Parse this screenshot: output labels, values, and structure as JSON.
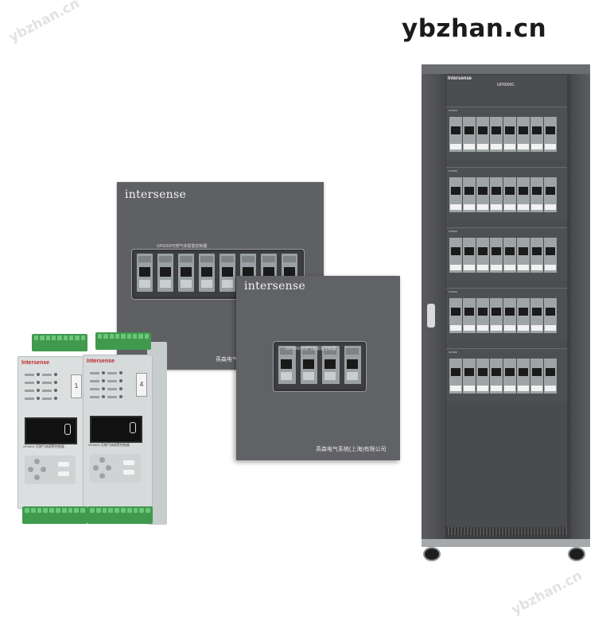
{
  "brand_watermark": "ybzhan.cn",
  "faint_watermarks": [
    "ybzhan.cn",
    "ybzhan.cn"
  ],
  "panel_large": {
    "logo": "intersense",
    "window_title": "GP6000可燃气体报警控制器",
    "company": "英森电气",
    "module_count": 8
  },
  "panel_small": {
    "logo": "intersense",
    "window_title": "GP6000可燃气体报警控制器",
    "company": "英森电气系统(上海)有限公司",
    "module_count": 4
  },
  "devices": [
    {
      "brand": "Intersense",
      "channel_label": "1",
      "label": "GP6000 可燃气体报警控制器"
    },
    {
      "brand": "Intersense",
      "channel_label": "4",
      "label": "GP6000 可燃气体报警控制器"
    }
  ],
  "cabinet": {
    "logo": "Intersense",
    "model": "GP6000C",
    "rack_caption": "GP6000",
    "rack_count": 5
  },
  "colors": {
    "panel": "#5f6063",
    "cabinet": "#3e3f42",
    "terminal_green": "#3f9a4d",
    "device_brand_red": "#c0262b"
  }
}
